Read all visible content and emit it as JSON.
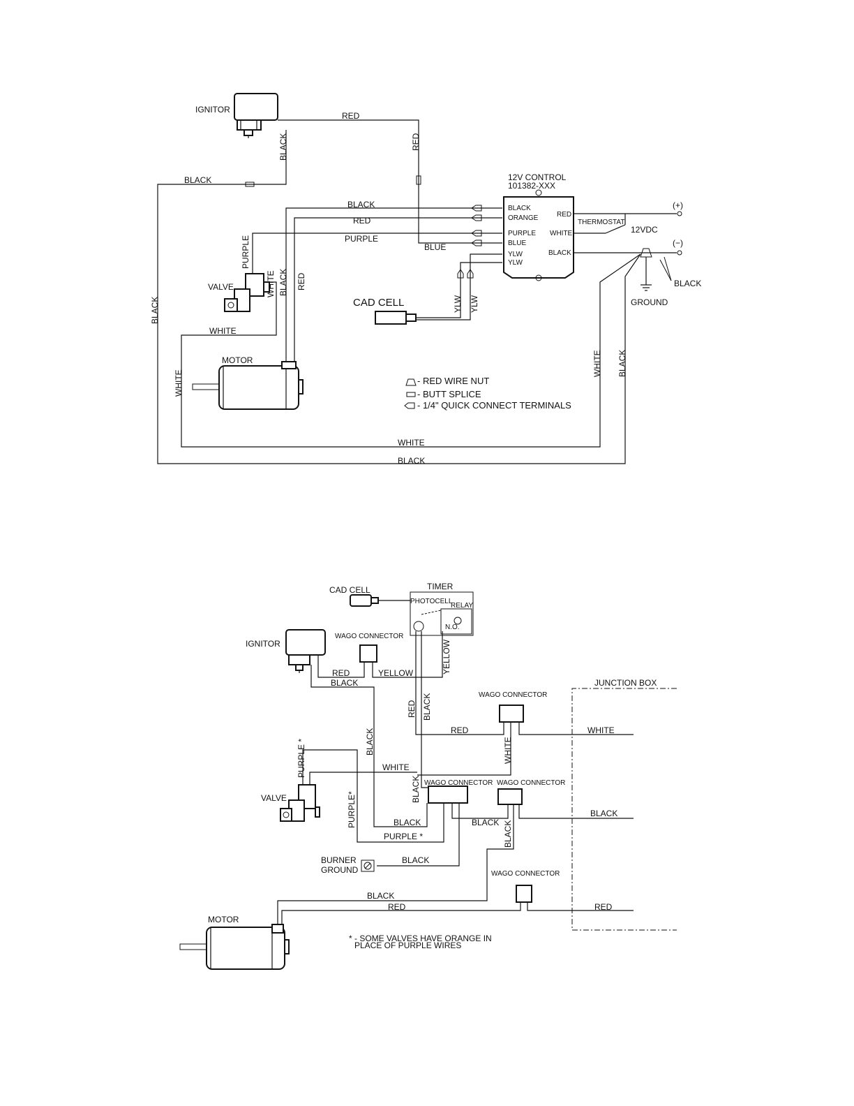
{
  "diagram1": {
    "components": {
      "ignitor": "IGNITOR",
      "valve": "VALVE",
      "motor": "MOTOR",
      "cad_cell": "CAD  CELL",
      "control_title": "12V  CONTROL",
      "control_part": "101382-XXX",
      "thermostat": "THERMOSTAT",
      "supply": "12VDC",
      "plus": "(+)",
      "minus": "(−)",
      "ground": "GROUND"
    },
    "control_terminals_left": [
      "BLACK",
      "ORANGE",
      "PURPLE",
      "BLUE",
      "YLW",
      "YLW"
    ],
    "control_terminals_right": [
      "RED",
      "WHITE",
      "BLACK"
    ],
    "wires": {
      "red_ignitor": "RED",
      "red_vertical": "RED",
      "black_ignitor": "BLACK",
      "black_top": "BLACK",
      "black_left": "BLACK",
      "black_control": "BLACK",
      "red_control": "RED",
      "purple_control": "PURPLE",
      "blue": "BLUE",
      "purple_valve": "PURPLE",
      "white_valve": "WHITE",
      "black_valve": "BLACK",
      "red_motor": "RED",
      "white_mid": "WHITE",
      "white_motor": "WHITE",
      "ylw1": "YLW",
      "ylw2": "YLW",
      "white_right": "WHITE",
      "black_right": "BLACK",
      "white_bottom": "WHITE",
      "black_bottom": "BLACK",
      "black_ground": "BLACK"
    },
    "legend": [
      "- RED WIRE NUT",
      "- BUTT SPLICE",
      "- 1/4\" QUICK CONNECT TERMINALS"
    ]
  },
  "diagram2": {
    "components": {
      "cad_cell": "CAD CELL",
      "timer": "TIMER",
      "photocell": "PHOTOCELL",
      "relay": "RELAY",
      "no": "N.O.",
      "ignitor": "IGNITOR",
      "wago1": "WAGO CONNECTOR",
      "wago2": "WAGO CONNECTOR",
      "wago3": "WAGO CONNECTOR",
      "wago4": "WAGO CONNECTOR",
      "wago5": "WAGO CONNECTOR",
      "junction_box": "JUNCTION BOX",
      "valve": "VALVE",
      "burner_ground_1": "BURNER",
      "burner_ground_2": "GROUND",
      "motor": "MOTOR"
    },
    "wires": {
      "red_ign": "RED",
      "black_ign": "BLACK",
      "yellow_h": "YELLOW",
      "yellow_v": "YELLOW",
      "red_v": "RED",
      "black_v": "BLACK",
      "red_h": "RED",
      "white_jb": "WHITE",
      "white_v": "WHITE",
      "black_long": "BLACK",
      "purple_star_top": "PURPLE *",
      "white_h": "WHITE",
      "black_mid": "BLACK",
      "purple_star_left": "PURPLE*",
      "black_wago": "BLACK",
      "purple_star_bottom": "PURPLE *",
      "black_wago2": "BLACK",
      "black_jb": "BLACK",
      "black_v2": "BLACK",
      "black_ground": "BLACK",
      "black_motor": "BLACK",
      "red_motor": "RED",
      "red_jb": "RED"
    },
    "note_line1": "* - SOME VALVES HAVE ORANGE IN",
    "note_line2": "PLACE OF PURPLE WIRES"
  }
}
